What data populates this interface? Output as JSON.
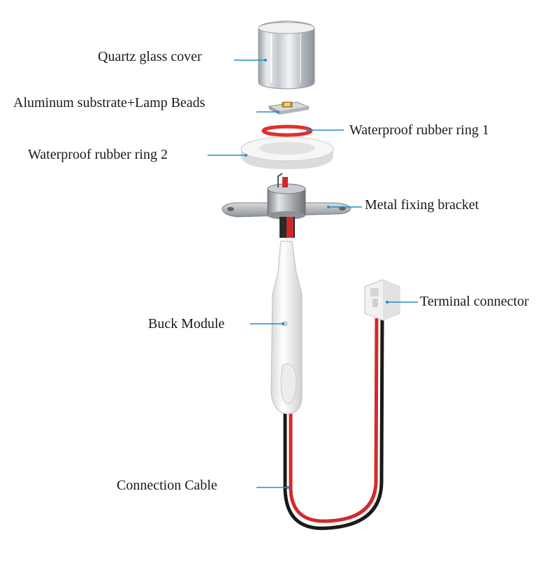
{
  "diagram": {
    "parts": [
      {
        "id": "quartz_cover",
        "label": "Quartz glass cover"
      },
      {
        "id": "substrate",
        "label": "Aluminum substrate+Lamp Beads"
      },
      {
        "id": "ring1",
        "label": "Waterproof rubber ring 1"
      },
      {
        "id": "ring2",
        "label": "Waterproof rubber ring 2"
      },
      {
        "id": "bracket",
        "label": "Metal fixing bracket"
      },
      {
        "id": "terminal",
        "label": "Terminal connector"
      },
      {
        "id": "buck",
        "label": "Buck Module"
      },
      {
        "id": "cable",
        "label": "Connection Cable"
      }
    ],
    "colors": {
      "leader": "#1f8fcf",
      "wire_red": "#d42a2a",
      "wire_black": "#1a1a1a",
      "rubber_red": "#e0302c",
      "metal": "#b9bcbf",
      "white_part": "#f4f4f4"
    }
  }
}
